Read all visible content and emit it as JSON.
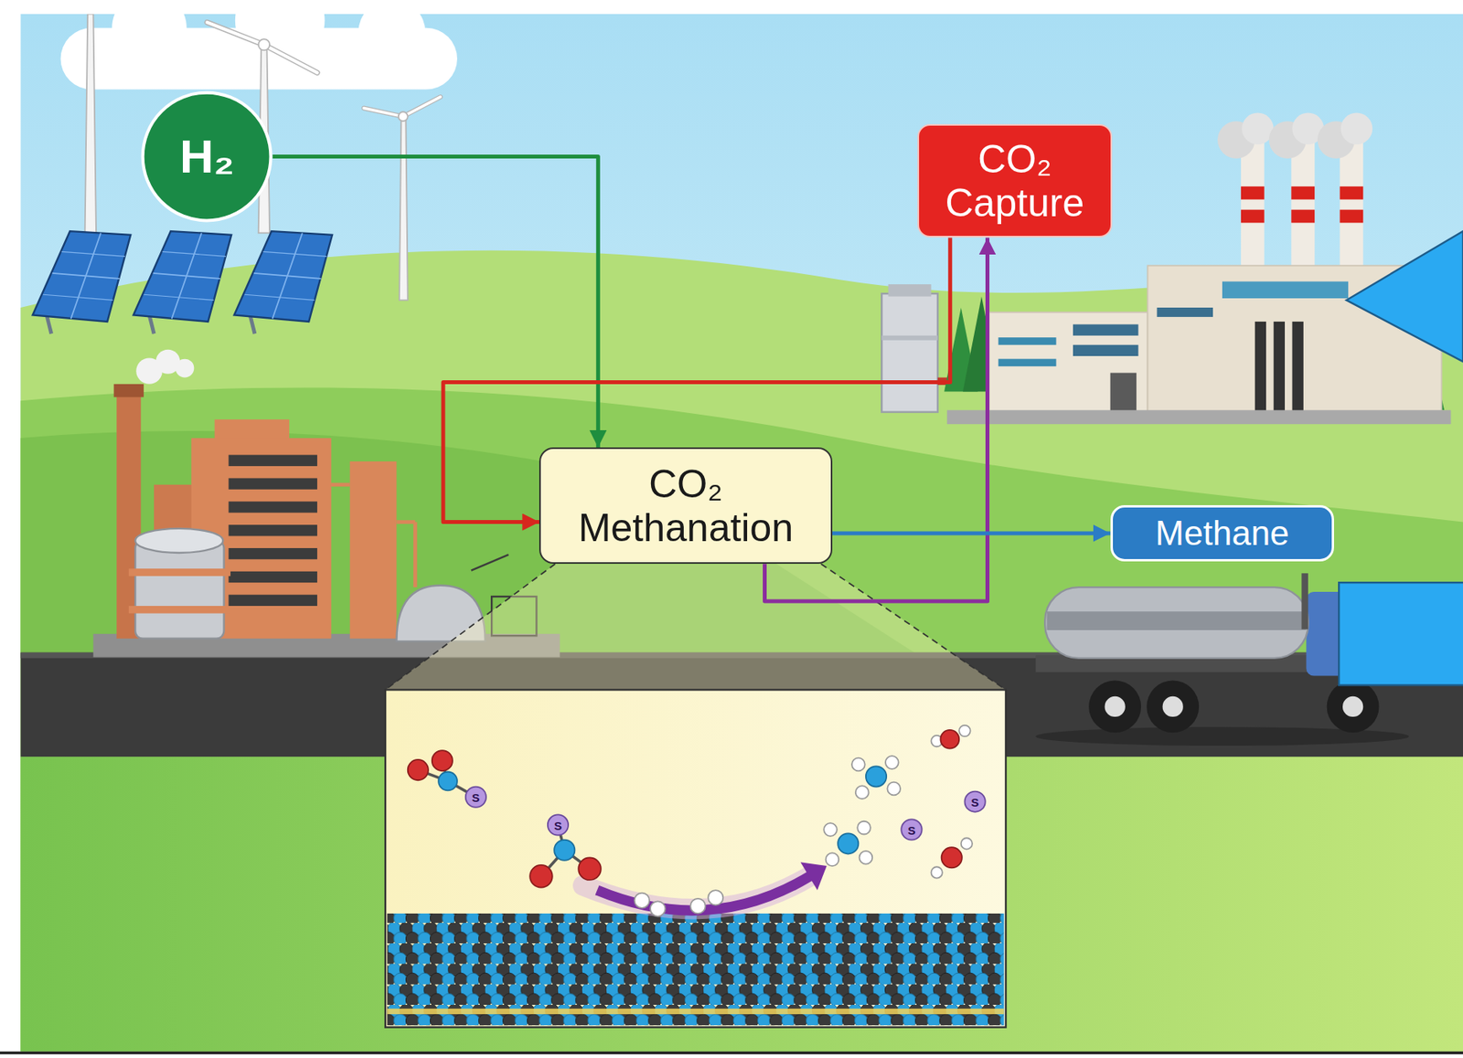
{
  "diagram": {
    "nodes": [
      {
        "text": [
          "H₂"
        ]
      },
      {
        "text": [
          "CO₂ Capture"
        ]
      },
      {
        "text": [
          "CO₂ Methanation"
        ]
      },
      {
        "text": [
          "Methane"
        ]
      }
    ],
    "edges": [
      {
        "from": 0,
        "to": 2,
        "arrow": "to"
      },
      {
        "from": 1,
        "to": 2,
        "arrow": "to"
      },
      {
        "from": 2,
        "to": 1,
        "arrow": "to"
      },
      {
        "from": 2,
        "to": 3,
        "arrow": "to"
      }
    ],
    "labels": [
      "S",
      "S",
      "S",
      "S"
    ]
  }
}
